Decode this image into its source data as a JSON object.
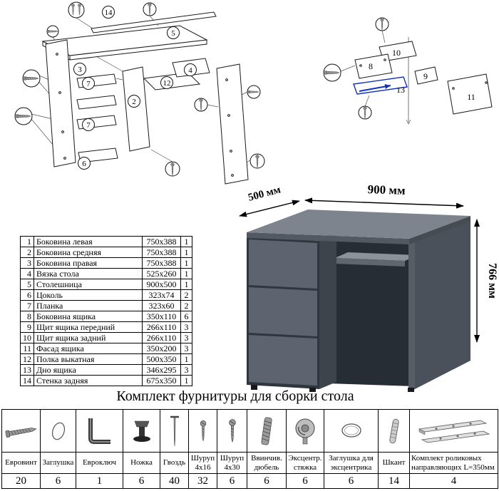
{
  "page": {
    "background": "#ffffff",
    "highlight_blue": "#1133bb"
  },
  "diagrams": {
    "main": {
      "callouts": [
        "14",
        "5",
        "3",
        "7",
        "2",
        "12",
        "4",
        "7",
        "6"
      ]
    },
    "drawer": {
      "labels": [
        "10",
        "8",
        "9",
        "13",
        "11"
      ]
    }
  },
  "desk": {
    "dim_width": "900 мм",
    "dim_depth": "500 мм",
    "dim_height": "766 мм",
    "color_top": "#7d848d",
    "color_front": "#5d6470",
    "color_side": "#3d444c"
  },
  "parts_table": {
    "rows": [
      {
        "num": "1",
        "name": "Боковина левая",
        "size": "750x388",
        "qty": "1"
      },
      {
        "num": "2",
        "name": "Боковина средняя",
        "size": "750x388",
        "qty": "1"
      },
      {
        "num": "3",
        "name": "Боковина правая",
        "size": "750x388",
        "qty": "1"
      },
      {
        "num": "4",
        "name": "Вязка стола",
        "size": "525x260",
        "qty": "1"
      },
      {
        "num": "5",
        "name": "Столешница",
        "size": "900x500",
        "qty": "1"
      },
      {
        "num": "6",
        "name": "Цоколь",
        "size": "323x74",
        "qty": "2"
      },
      {
        "num": "7",
        "name": "Планка",
        "size": "323x60",
        "qty": "2"
      },
      {
        "num": "8",
        "name": "Боковина ящика",
        "size": "350x110",
        "qty": "6"
      },
      {
        "num": "9",
        "name": "Щит ящика передний",
        "size": "266x110",
        "qty": "3"
      },
      {
        "num": "10",
        "name": "Щит ящика задний",
        "size": "266x110",
        "qty": "3"
      },
      {
        "num": "11",
        "name": "Фасад ящика",
        "size": "350x200",
        "qty": "3"
      },
      {
        "num": "12",
        "name": "Полка выкатная",
        "size": "500x350",
        "qty": "1"
      },
      {
        "num": "13",
        "name": "Дно ящика",
        "size": "346x295",
        "qty": "3"
      },
      {
        "num": "14",
        "name": "Стенка задняя",
        "size": "675x350",
        "qty": "1"
      }
    ]
  },
  "hardware": {
    "title": "Комплект фурнитуры для сборки стола",
    "items": [
      {
        "name": "Евровинт",
        "qty": "20",
        "icon": "confirmat-screw-icon"
      },
      {
        "name": "Заглушка",
        "qty": "6",
        "icon": "cap-icon"
      },
      {
        "name": "Евроключ",
        "qty": "1",
        "icon": "hex-key-icon"
      },
      {
        "name": "Ножка",
        "qty": "6",
        "icon": "furniture-leg-icon"
      },
      {
        "name": "Гвоздь",
        "qty": "40",
        "icon": "nail-icon"
      },
      {
        "name": "Шуруп 4х16",
        "qty": "32",
        "icon": "screw-icon"
      },
      {
        "name": "Шуруп 4х30",
        "qty": "6",
        "icon": "screw-icon"
      },
      {
        "name": "Ввинчив. дюбель",
        "qty": "6",
        "icon": "threaded-dowel-icon"
      },
      {
        "name": "Эксцентр. стяжка",
        "qty": "6",
        "icon": "cam-lock-icon"
      },
      {
        "name": "Заглушка для эксцентрика",
        "qty": "6",
        "icon": "cam-cap-icon"
      },
      {
        "name": "Шкант",
        "qty": "14",
        "icon": "wood-dowel-icon"
      },
      {
        "name": "Комплект роликовых направляющих L=350мм",
        "qty": "4",
        "icon": "drawer-slides-icon"
      }
    ]
  }
}
